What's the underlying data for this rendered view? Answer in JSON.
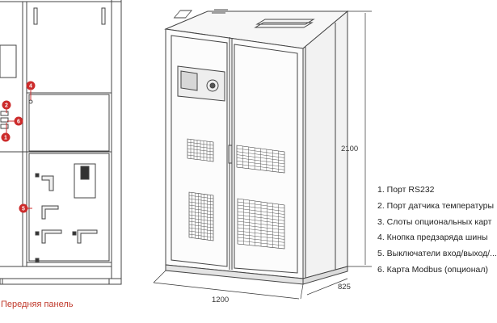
{
  "callouts": [
    "1",
    "2",
    "4",
    "5",
    "6"
  ],
  "legend": [
    "1. Порт RS232",
    "2. Порт датчика температуры",
    "3. Слоты опциональных карт",
    "4. Кнопка предзаряда шины",
    "5. Выключатели вход/выход/...",
    "6. Карта Modbus (опционал)"
  ],
  "caption": "Передняя панель",
  "dimensions": {
    "height": "2100",
    "width": "1200",
    "depth": "825"
  },
  "colors": {
    "callout": "#cc2b2b",
    "caption": "#c0392b",
    "line": "#333333"
  }
}
